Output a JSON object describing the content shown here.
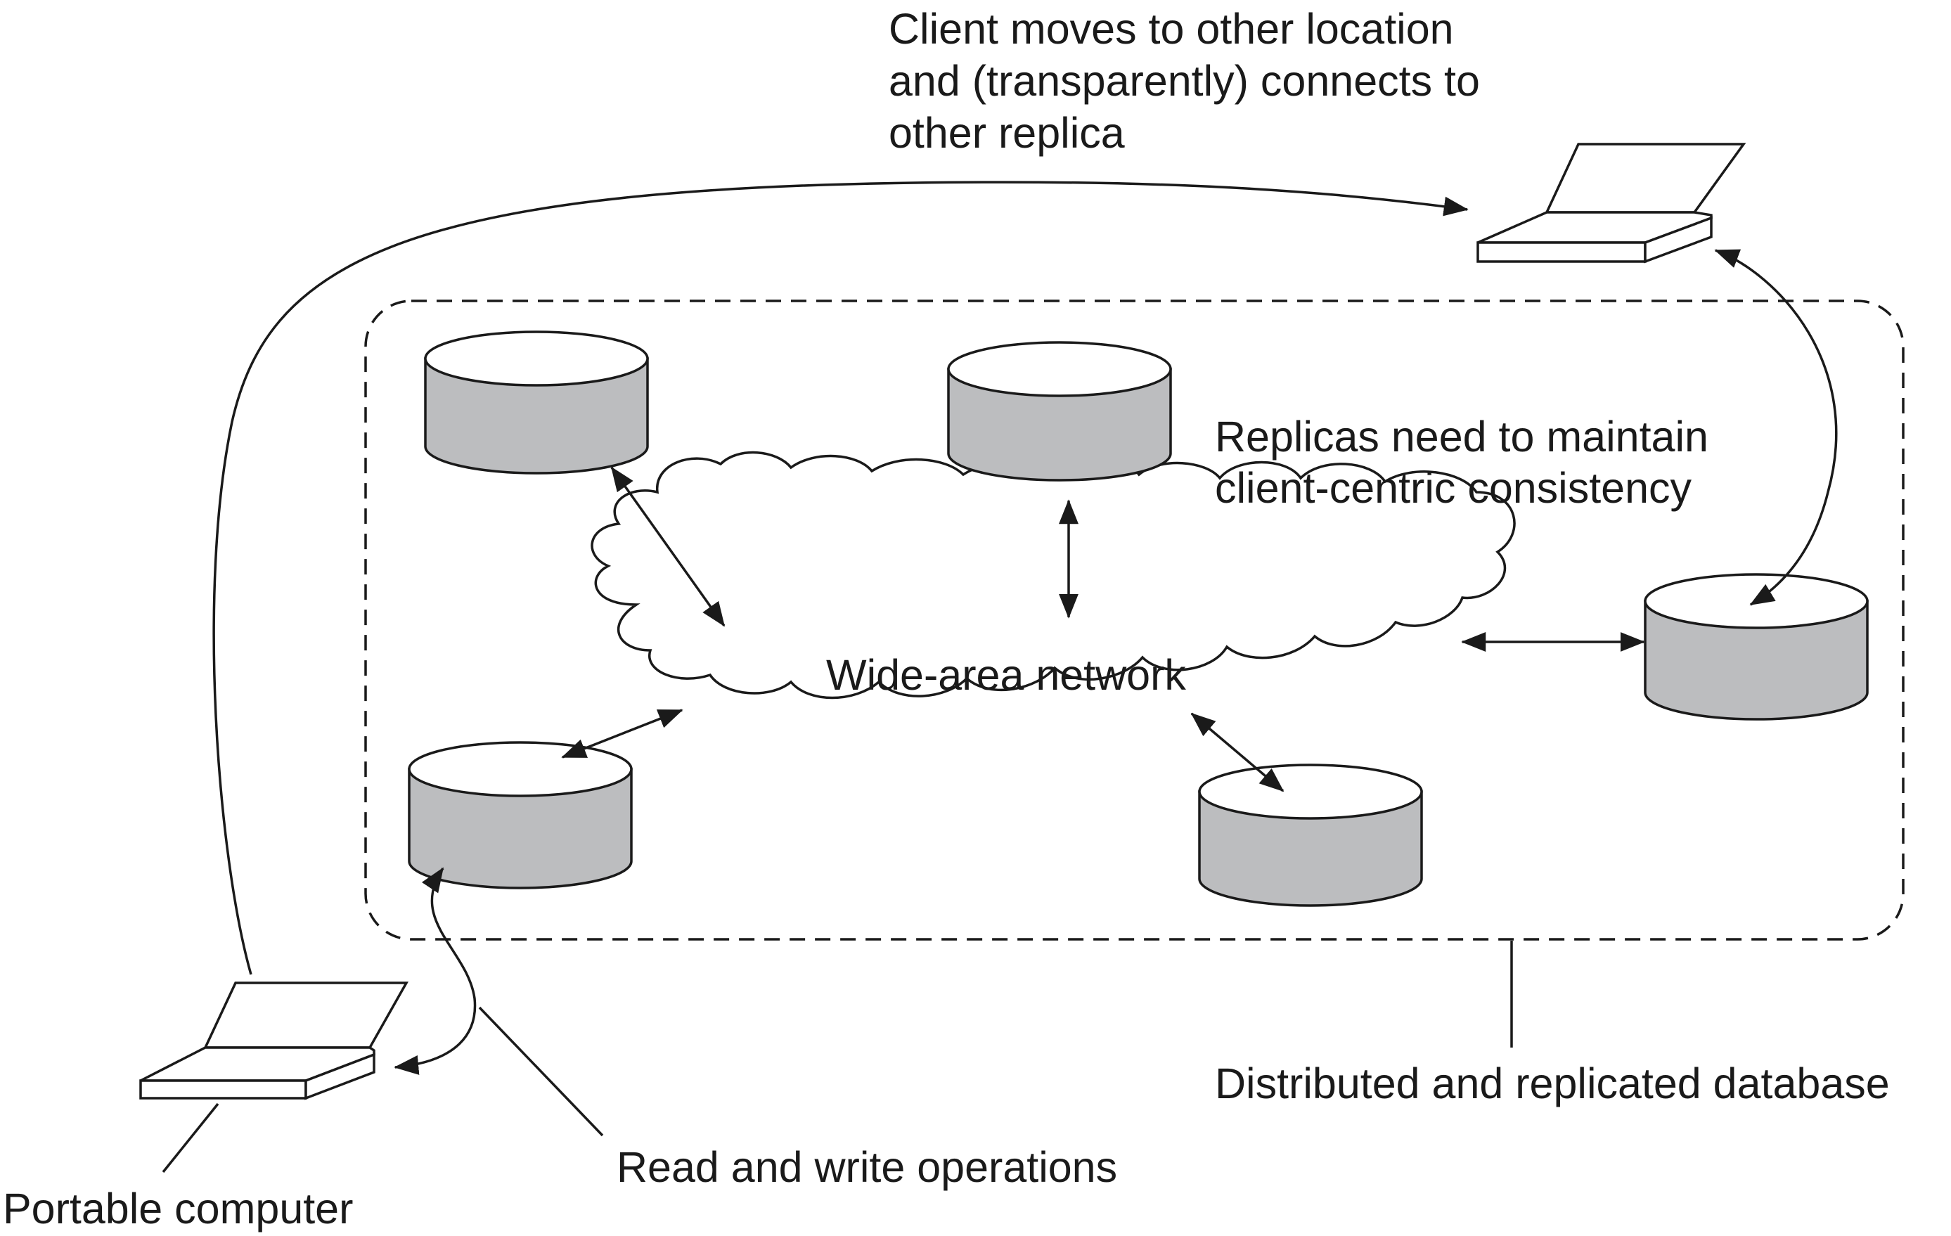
{
  "labels": {
    "client_moves_line1": "Client moves to other location",
    "client_moves_line2": "and (transparently) connects to",
    "client_moves_line3": "other replica",
    "replicas_line1": "Replicas need to maintain",
    "replicas_line2": "client-centric consistency",
    "network": "Wide-area network",
    "distributed_db": "Distributed and replicated database",
    "read_write": "Read and write operations",
    "portable_computer": "Portable computer"
  },
  "colors": {
    "ink": "#1a1a1a",
    "replica_fill": "#bcbdbf",
    "background": "#ffffff"
  },
  "icons": {
    "replica": "database-cylinder-icon",
    "laptop": "laptop-icon",
    "network": "cloud-icon"
  }
}
